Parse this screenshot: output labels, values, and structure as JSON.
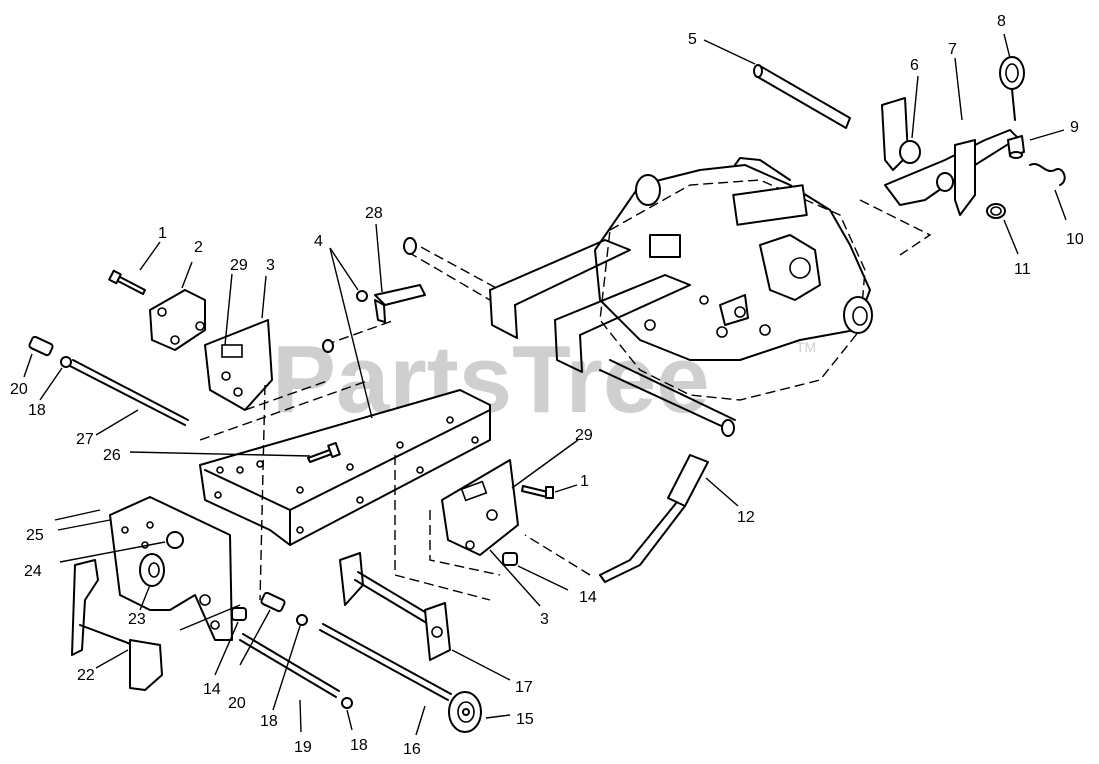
{
  "watermark": {
    "text": "PartsTree",
    "trademark": "TM"
  },
  "callouts": [
    {
      "id": "c1a",
      "label": "1"
    },
    {
      "id": "c1b",
      "label": "1"
    },
    {
      "id": "c2",
      "label": "2"
    },
    {
      "id": "c3a",
      "label": "3"
    },
    {
      "id": "c3b",
      "label": "3"
    },
    {
      "id": "c4",
      "label": "4"
    },
    {
      "id": "c5",
      "label": "5"
    },
    {
      "id": "c6",
      "label": "6"
    },
    {
      "id": "c7",
      "label": "7"
    },
    {
      "id": "c8",
      "label": "8"
    },
    {
      "id": "c9",
      "label": "9"
    },
    {
      "id": "c10",
      "label": "10"
    },
    {
      "id": "c11",
      "label": "11"
    },
    {
      "id": "c12",
      "label": "12"
    },
    {
      "id": "c14a",
      "label": "14"
    },
    {
      "id": "c14b",
      "label": "14"
    },
    {
      "id": "c15",
      "label": "15"
    },
    {
      "id": "c16",
      "label": "16"
    },
    {
      "id": "c17",
      "label": "17"
    },
    {
      "id": "c18a",
      "label": "18"
    },
    {
      "id": "c18b",
      "label": "18"
    },
    {
      "id": "c18c",
      "label": "18"
    },
    {
      "id": "c19",
      "label": "19"
    },
    {
      "id": "c20a",
      "label": "20"
    },
    {
      "id": "c20b",
      "label": "20"
    },
    {
      "id": "c22",
      "label": "22"
    },
    {
      "id": "c23",
      "label": "23"
    },
    {
      "id": "c24",
      "label": "24"
    },
    {
      "id": "c25",
      "label": "25"
    },
    {
      "id": "c26",
      "label": "26"
    },
    {
      "id": "c27",
      "label": "27"
    },
    {
      "id": "c28",
      "label": "28"
    },
    {
      "id": "c29a",
      "label": "29"
    },
    {
      "id": "c29b",
      "label": "29"
    }
  ]
}
